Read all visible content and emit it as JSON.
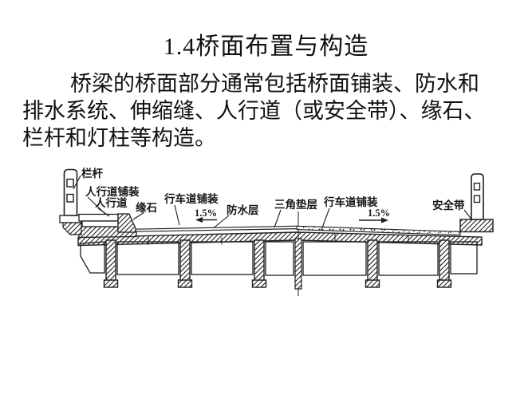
{
  "slide": {
    "title": "1.4桥面布置与构造",
    "body_lines": [
      "桥梁的桥面部分通常包括桥面铺装、防水和",
      "排水系统、伸缩缝、人行道（或安全带）、缘石、",
      "栏杆和灯柱等构造。"
    ]
  },
  "diagram": {
    "labels": {
      "railing": "栏杆",
      "sidewalk_pavement": "人行道铺装",
      "sidewalk": "人行道",
      "curb": "缘石",
      "roadway_pavement_left": "行车道铺装",
      "slope_left": "1.5%",
      "waterproof_layer": "防水层",
      "triangular_cushion": "三角垫层",
      "roadway_pavement_right": "行车道铺装",
      "slope_right": "1.5%",
      "safety_strip": "安全带"
    },
    "colors": {
      "ink": "#1d1d1d",
      "paper": "#ffffff"
    }
  }
}
